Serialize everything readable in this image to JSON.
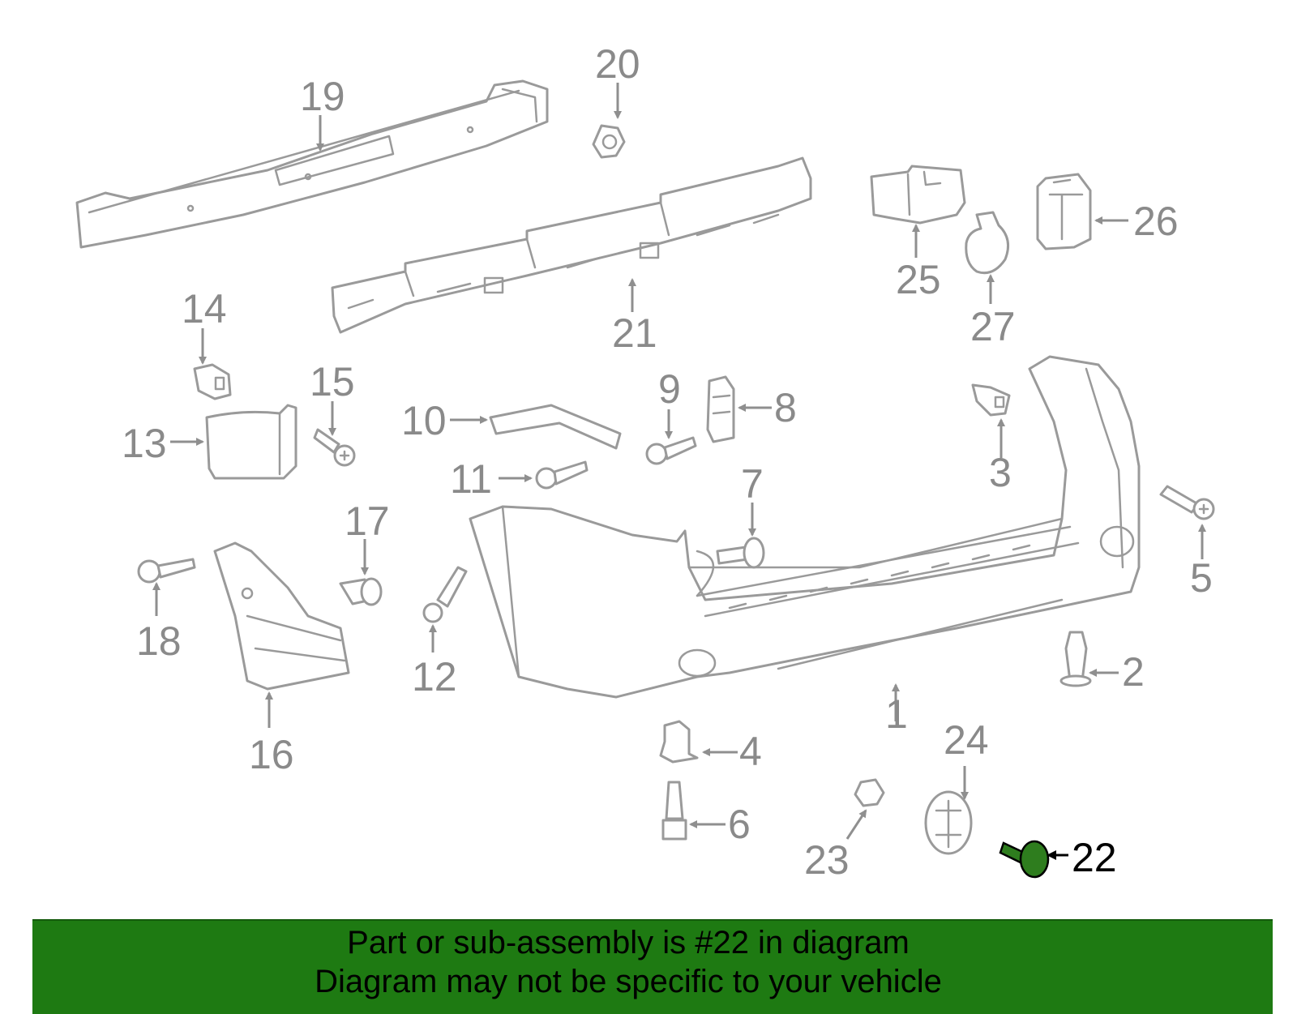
{
  "highlight": {
    "part_number": "22",
    "color": "#2e7d1e"
  },
  "callouts": [
    {
      "id": "1",
      "label": "1"
    },
    {
      "id": "2",
      "label": "2"
    },
    {
      "id": "3",
      "label": "3"
    },
    {
      "id": "4",
      "label": "4"
    },
    {
      "id": "5",
      "label": "5"
    },
    {
      "id": "6",
      "label": "6"
    },
    {
      "id": "7",
      "label": "7"
    },
    {
      "id": "8",
      "label": "8"
    },
    {
      "id": "9",
      "label": "9"
    },
    {
      "id": "10",
      "label": "10"
    },
    {
      "id": "11",
      "label": "11"
    },
    {
      "id": "12",
      "label": "12"
    },
    {
      "id": "13",
      "label": "13"
    },
    {
      "id": "14",
      "label": "14"
    },
    {
      "id": "15",
      "label": "15"
    },
    {
      "id": "16",
      "label": "16"
    },
    {
      "id": "17",
      "label": "17"
    },
    {
      "id": "18",
      "label": "18"
    },
    {
      "id": "19",
      "label": "19"
    },
    {
      "id": "20",
      "label": "20"
    },
    {
      "id": "21",
      "label": "21"
    },
    {
      "id": "22",
      "label": "22"
    },
    {
      "id": "23",
      "label": "23"
    },
    {
      "id": "24",
      "label": "24"
    },
    {
      "id": "25",
      "label": "25"
    },
    {
      "id": "26",
      "label": "26"
    },
    {
      "id": "27",
      "label": "27"
    }
  ],
  "banner": {
    "line1": "Part or sub-assembly is #22 in diagram",
    "line2": "Diagram may not be specific to your vehicle",
    "color": "#1e7a12"
  }
}
